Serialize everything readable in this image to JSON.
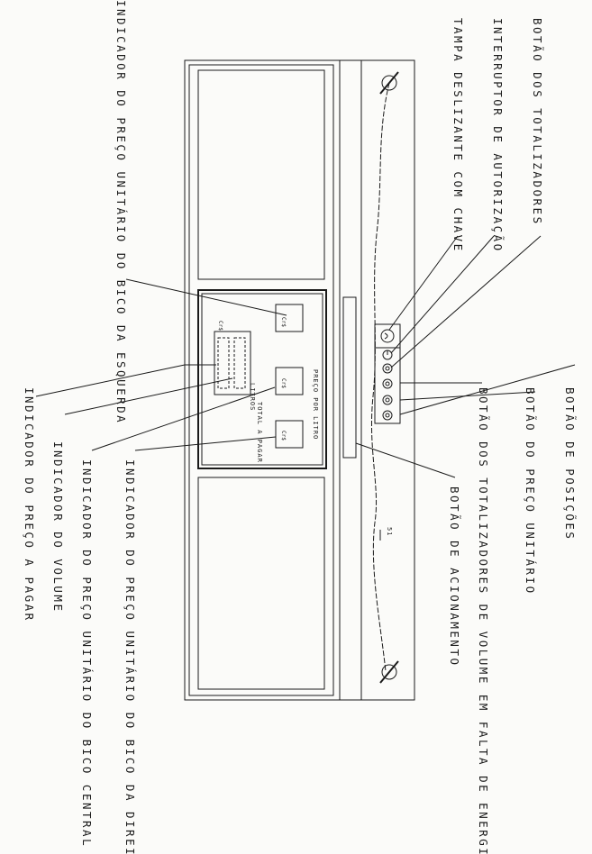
{
  "labels": {
    "indicador_bico_esquerda": "INDICADOR DO PREÇO UNITÁRIO DO BICO DA ESQUERDA",
    "tampa_deslizante": "TAMPA DESLIZANTE COM CHAVE",
    "interruptor": "INTERRUPTOR DE AUTORIZAÇÃO",
    "botao_totalizadores": "BOTÃO DOS TOTALIZADORES",
    "indicador_preco_pagar": "INDICADOR DO PREÇO A PAGAR",
    "indicador_volume": "INDICADOR DO VOLUME",
    "indicador_bico_central": "INDICADOR DO PREÇO UNITÁRIO DO BICO CENTRAL",
    "indicador_bico_direita": "INDICADOR DO PREÇO UNITÁRIO DO BICO DA DIREITA",
    "botao_acionamento": "BOTÃO DE ACIONAMENTO",
    "botao_falta_volume": "BOTÃO DOS TOTALIZADORES DE VOLUME EM FALTA DE ENERGIA",
    "botao_preco_unitario": "BOTÃO DO PREÇO UNITÁRIO",
    "botao_posicoes": "BOTÃO DE POSIÇÕES"
  },
  "panel": {
    "preco_por_litro": "PREÇO POR LITRO",
    "total_a_pagar": "TOTAL A PAGAR",
    "litros": "LITROS",
    "cifrao_1": "Cr$",
    "cifrao_2": "Cr$",
    "cifrao_3": "Cr$",
    "cifrao_4": "Cr$",
    "cable_mark": "51"
  }
}
